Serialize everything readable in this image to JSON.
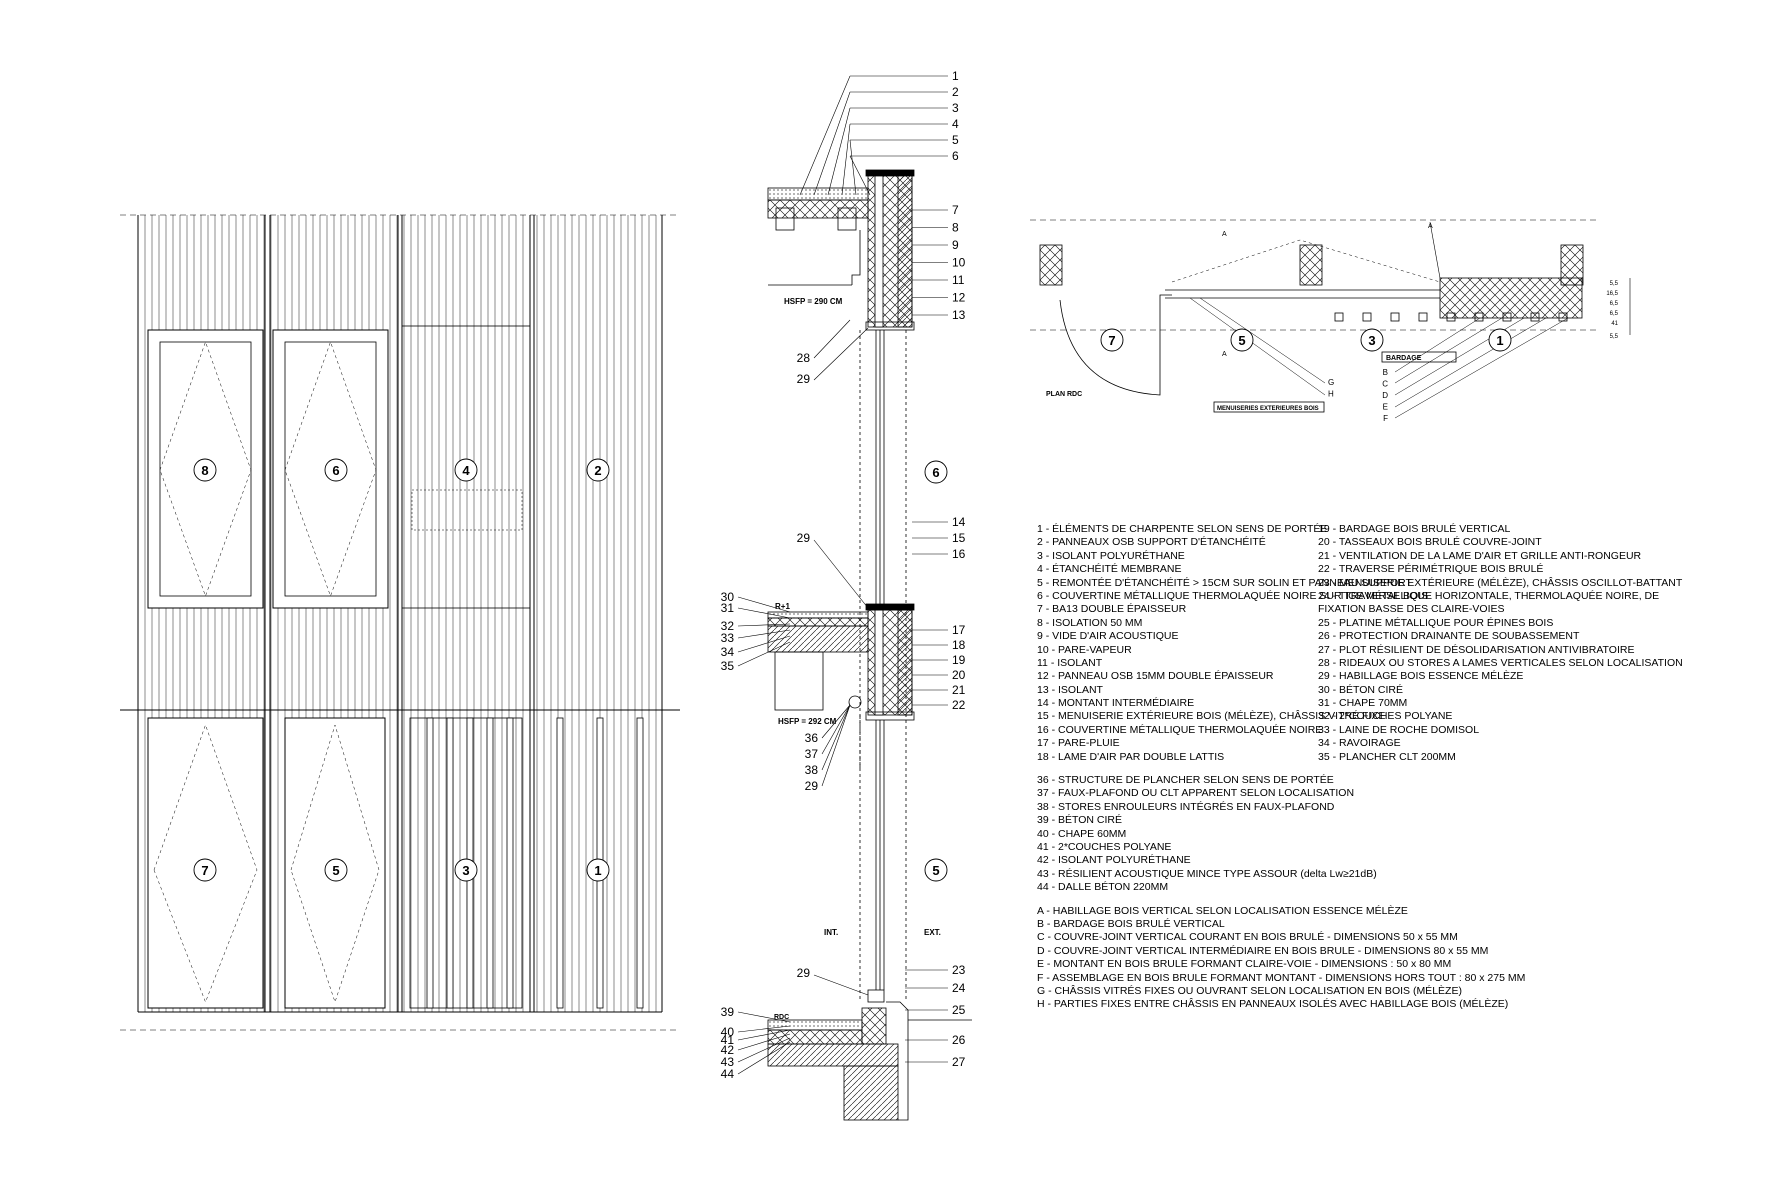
{
  "elevation": {
    "upper_panels": [
      "8",
      "6",
      "4",
      "2"
    ],
    "lower_panels": [
      "7",
      "5",
      "3",
      "1"
    ]
  },
  "section": {
    "callouts_top": [
      "1",
      "2",
      "3",
      "4",
      "5",
      "6",
      "7",
      "8",
      "9",
      "10",
      "11",
      "12",
      "13"
    ],
    "callouts_mid_right": [
      "14",
      "15",
      "16",
      "17",
      "18",
      "19",
      "20",
      "21",
      "22"
    ],
    "callouts_mid_left": [
      "30",
      "31",
      "32",
      "33",
      "34",
      "35"
    ],
    "callouts_lower_left": [
      "36",
      "37",
      "38",
      "29"
    ],
    "callouts_bottom_right": [
      "23",
      "24",
      "25",
      "26",
      "27"
    ],
    "callouts_bottom_left": [
      "39",
      "40",
      "41",
      "42",
      "43",
      "44"
    ],
    "callout_28": "28",
    "callout_29": "29",
    "level_top": "HSFP = 290 CM",
    "level_mid": "HSFP = 292 CM",
    "floor_r1": "R+1",
    "floor_rdc": "RDC",
    "int_label": "INT.",
    "ext_label": "EXT.",
    "zone_upper": "6",
    "zone_lower": "5"
  },
  "plan": {
    "title": "PLAN RDC",
    "zones": [
      "7",
      "5",
      "3",
      "1"
    ],
    "bardage_box": "BARDAGE",
    "menuiseries_box": "MENUISERIES EXTERIEURES BOIS",
    "letters_right": [
      "B",
      "C",
      "D",
      "E",
      "F"
    ],
    "letters_left": [
      "G",
      "H"
    ],
    "letter_top": "A",
    "cut_mark": "A",
    "dims_right": [
      "5,5",
      "16,5",
      "6,5",
      "6,5",
      "41"
    ],
    "dim_bottom": "5,5"
  },
  "legend": {
    "col1": [
      "1 - ÉLÉMENTS DE CHARPENTE SELON SENS DE PORTÉE",
      "2 - PANNEAUX OSB SUPPORT D'ÉTANCHÉITÉ",
      "3 - ISOLANT POLYURÉTHANE",
      "4 - ÉTANCHÉITÉ MEMBRANE",
      "5 - REMONTÉE D'ÉTANCHÉITÉ > 15CM SUR SOLIN ET PANNEAU SUPPORT",
      "6 - COUVERTINE MÉTALLIQUE THERMOLAQUÉE NOIRE SUR TRAVERSE BOIS",
      "7 - BA13 DOUBLE ÉPAISSEUR",
      "8 - ISOLATION 50 MM",
      "9 - VIDE D'AIR ACOUSTIQUE",
      "10 - PARE-VAPEUR",
      "11 - ISOLANT",
      "12 - PANNEAU OSB 15MM DOUBLE ÉPAISSEUR",
      "13 - ISOLANT",
      "14 - MONTANT INTERMÉDIAIRE",
      "15 - MENUISERIE EXTÉRIEURE BOIS (MÉLÈZE), CHÂSSIS VITRÉ FIXE",
      "16 - COUVERTINE MÉTALLIQUE THERMOLAQUÉE  NOIRE",
      "17 - PARE-PLUIE",
      "18 - LAME D'AIR PAR DOUBLE LATTIS"
    ],
    "col1b": [
      "36 - STRUCTURE DE PLANCHER SELON SENS DE PORTÉE",
      "37 - FAUX-PLAFOND OU CLT APPARENT SELON LOCALISATION",
      "38 - STORES ENROULEURS INTÉGRÉS EN FAUX-PLAFOND",
      "39 - BÉTON CIRÉ",
      "40 - CHAPE 60MM",
      "41 - 2*COUCHES POLYANE",
      "42 - ISOLANT POLYURÉTHANE",
      "43 - RÉSILIENT ACOUSTIQUE MINCE TYPE ASSOUR (delta Lw≥21dB)",
      "44 - DALLE BÉTON 220MM"
    ],
    "col1c": [
      "A - HABILLAGE BOIS VERTICAL SELON LOCALISATION ESSENCE MÉLÈZE",
      "B - BARDAGE BOIS BRULÉ VERTICAL",
      "C - COUVRE-JOINT VERTICAL COURANT EN BOIS BRULÉ - DIMENSIONS 50 x 55 MM",
      "D - COUVRE-JOINT VERTICAL INTERMÉDIAIRE EN BOIS BRULE - DIMENSIONS 80 x 55 MM",
      "E - MONTANT EN BOIS BRULE FORMANT CLAIRE-VOIE - DIMENSIONS : 50 x 80 MM",
      "F - ASSEMBLAGE EN BOIS BRULE FORMANT MONTANT - DIMENSIONS HORS TOUT  : 80 x 275 MM",
      "G - CHÂSSIS VITRÉS FIXES OU OUVRANT SELON LOCALISATION EN BOIS (MÉLÈZE)",
      "H - PARTIES FIXES ENTRE CHÂSSIS EN PANNEAUX ISOLÉS AVEC HABILLAGE BOIS (MÉLÈZE)"
    ],
    "col2": [
      "19 - BARDAGE BOIS BRULÉ VERTICAL",
      "20 - TASSEAUX BOIS BRULÉ COUVRE-JOINT",
      "21 - VENTILATION DE LA LAME D'AIR ET GRILLE ANTI-RONGEUR",
      "22 - TRAVERSE PÉRIMÉTRIQUE BOIS BRULÉ",
      "23 - MENUISERIE EXTÉRIEURE (MÉLÈZE), CHÂSSIS OSCILLOT-BATTANT",
      "24 - TIGE MÉTALLIQUE HORIZONTALE, THERMOLAQUÉE NOIRE, DE",
      "FIXATION BASSE DES CLAIRE-VOIES",
      "25 - PLATINE MÉTALLIQUE POUR ÉPINES BOIS",
      "26 - PROTECTION DRAINANTE DE SOUBASSEMENT",
      "27 - PLOT RÉSILIENT DE DÉSOLIDARISATION ANTIVIBRATOIRE",
      "28 - RIDEAUX OU STORES A LAMES VERTICALES SELON LOCALISATION",
      "29 - HABILLAGE BOIS ESSENCE MÉLÈZE",
      "30 - BÉTON CIRÉ",
      "31 - CHAPE 70MM",
      "32 - 2*COUCHES POLYANE",
      "33 - LAINE DE ROCHE DOMISOL",
      "34 - RAVOIRAGE",
      "35 - PLANCHER CLT 200MM"
    ]
  }
}
